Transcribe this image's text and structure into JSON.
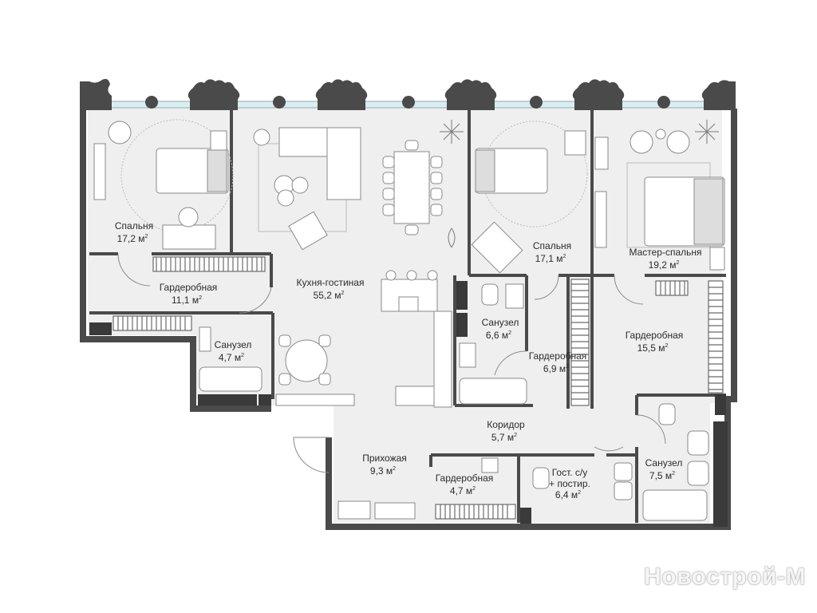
{
  "plan": {
    "rooms": [
      {
        "id": "bedroom-left",
        "label": "Спальня",
        "area": "17,2 м",
        "unit_sup": "2"
      },
      {
        "id": "wardrobe-left",
        "label": "Гардеробная",
        "area": "11,1 м",
        "unit_sup": "2"
      },
      {
        "id": "bath-left",
        "label": "Санузел",
        "area": "4,7 м",
        "unit_sup": "2"
      },
      {
        "id": "kitchen-living",
        "label": "Кухня-гостиная",
        "area": "55,2 м",
        "unit_sup": "2"
      },
      {
        "id": "bedroom-mid",
        "label": "Спальня",
        "area": "17,1 м",
        "unit_sup": "2"
      },
      {
        "id": "bath-mid",
        "label": "Санузел",
        "area": "6,6 м",
        "unit_sup": "2"
      },
      {
        "id": "wardrobe-mid",
        "label": "Гардеробная",
        "area": "6,9 м",
        "unit_sup": "2"
      },
      {
        "id": "master-bedroom",
        "label": "Мастер-спальня",
        "area": "19,2 м",
        "unit_sup": "2"
      },
      {
        "id": "wardrobe-right",
        "label": "Гардеробная",
        "area": "15,5 м",
        "unit_sup": "2"
      },
      {
        "id": "corridor",
        "label": "Коридор",
        "area": "5,7 м",
        "unit_sup": "2"
      },
      {
        "id": "hallway",
        "label": "Прихожая",
        "area": "9,3 м",
        "unit_sup": "2"
      },
      {
        "id": "wardrobe-hall",
        "label": "Гардеробная",
        "area": "4,7 м",
        "unit_sup": "2"
      },
      {
        "id": "guest-wc",
        "label": "Гост. с/у",
        "label2": "+ постир.",
        "area": "6,4 м",
        "unit_sup": "2"
      },
      {
        "id": "bath-right",
        "label": "Санузел",
        "area": "7,5 м",
        "unit_sup": "2"
      }
    ],
    "colors": {
      "wall": "#4a4a4a",
      "floor": "#efefef",
      "window": "#d8eef2",
      "furniture": "#ffffff",
      "outline": "#8a8a8a"
    }
  },
  "watermark": "Новострой-М"
}
